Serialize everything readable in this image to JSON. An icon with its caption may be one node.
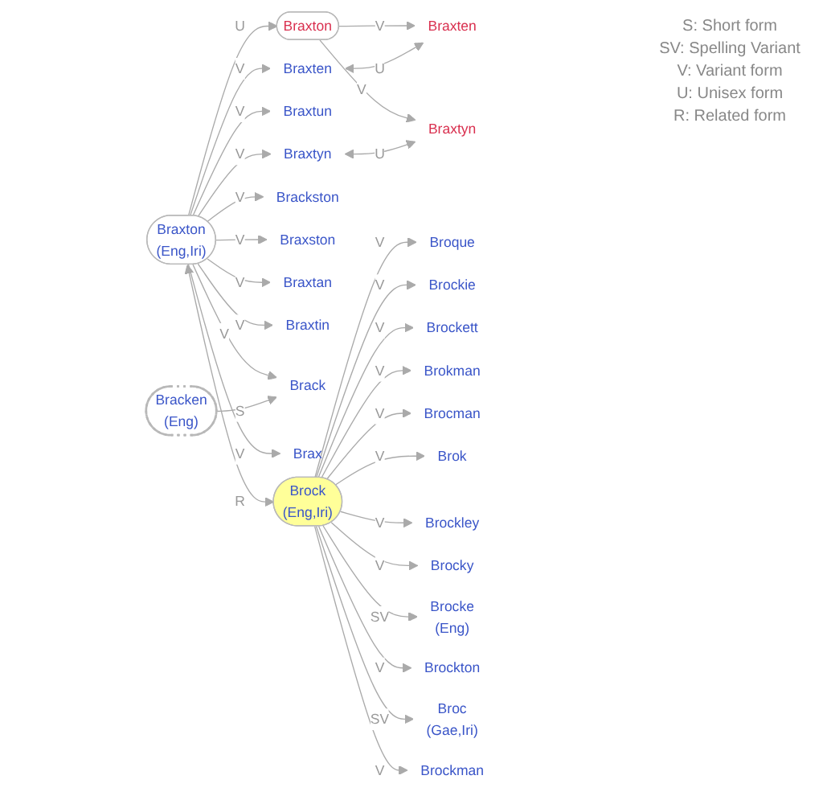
{
  "diagram": {
    "nodes": [
      {
        "text": [
          "Braxten"
        ]
      },
      {
        "text": [
          "Braxton"
        ]
      },
      {
        "text": [
          "Braxtyn"
        ]
      },
      {
        "text": [
          "Braxtyn"
        ]
      },
      {
        "text": [
          "Bracken",
          "(Eng)"
        ]
      },
      {
        "text": [
          "Braxtun"
        ]
      },
      {
        "text": [
          "Braxten"
        ]
      },
      {
        "text": [
          "Brackston"
        ]
      },
      {
        "text": [
          "Braxston"
        ]
      },
      {
        "text": [
          "Braxtan"
        ]
      },
      {
        "text": [
          "Braxtin"
        ]
      },
      {
        "text": [
          "Braxton",
          "(Eng,Iri)"
        ]
      },
      {
        "text": [
          "Brack"
        ]
      },
      {
        "text": [
          "Brax"
        ]
      },
      {
        "text": [
          "Broque"
        ]
      },
      {
        "text": [
          "Brockie"
        ]
      },
      {
        "text": [
          "Brock",
          "(Eng,Iri)"
        ]
      },
      {
        "text": [
          "Brockett"
        ]
      },
      {
        "text": [
          "Brokman"
        ]
      },
      {
        "text": [
          "Brocman"
        ]
      },
      {
        "text": [
          "Brok"
        ]
      },
      {
        "text": [
          "Brockley"
        ]
      },
      {
        "text": [
          "Brocky"
        ]
      },
      {
        "text": [
          "Brocke",
          "(Eng)"
        ]
      },
      {
        "text": [
          "Brockton"
        ]
      },
      {
        "text": [
          "Broc",
          "(Gae,Iri)"
        ]
      },
      {
        "text": [
          "Brockman"
        ]
      }
    ],
    "edges": [
      {
        "from": 1,
        "to": 0,
        "arrow": "to",
        "label": "V"
      },
      {
        "from": 1,
        "to": 2,
        "arrow": "to",
        "label": "V"
      },
      {
        "from": 3,
        "to": 2,
        "arrow": "both",
        "label": "U"
      },
      {
        "from": 6,
        "to": 0,
        "arrow": "both",
        "label": "U"
      },
      {
        "from": 11,
        "to": 1,
        "arrow": "to",
        "label": "U"
      },
      {
        "from": 11,
        "to": 5,
        "arrow": "to",
        "label": "V"
      },
      {
        "from": 11,
        "to": 6,
        "arrow": "to",
        "label": "V"
      },
      {
        "from": 11,
        "to": 7,
        "arrow": "to",
        "label": "V"
      },
      {
        "from": 11,
        "to": 3,
        "arrow": "to",
        "label": "V"
      },
      {
        "from": 11,
        "to": 8,
        "arrow": "to",
        "label": "V"
      },
      {
        "from": 11,
        "to": 9,
        "arrow": "to",
        "label": "V"
      },
      {
        "from": 11,
        "to": 10,
        "arrow": "to",
        "label": "V"
      },
      {
        "from": 11,
        "to": 12,
        "arrow": "to",
        "label": "V"
      },
      {
        "from": 11,
        "to": 13,
        "arrow": "to",
        "label": "V"
      },
      {
        "from": 4,
        "to": 12,
        "arrow": "to",
        "label": "S"
      },
      {
        "from": 11,
        "to": 16,
        "arrow": "both",
        "label": "R"
      },
      {
        "from": 16,
        "to": 14,
        "arrow": "to",
        "label": "V"
      },
      {
        "from": 16,
        "to": 15,
        "arrow": "to",
        "label": "V"
      },
      {
        "from": 16,
        "to": 17,
        "arrow": "to",
        "label": "V"
      },
      {
        "from": 16,
        "to": 18,
        "arrow": "to",
        "label": "V"
      },
      {
        "from": 16,
        "to": 19,
        "arrow": "to",
        "label": "V"
      },
      {
        "from": 16,
        "to": 20,
        "arrow": "to",
        "label": "V"
      },
      {
        "from": 16,
        "to": 21,
        "arrow": "to",
        "label": "V"
      },
      {
        "from": 16,
        "to": 22,
        "arrow": "to",
        "label": "V"
      },
      {
        "from": 16,
        "to": 23,
        "arrow": "to",
        "label": "SV"
      },
      {
        "from": 16,
        "to": 24,
        "arrow": "to",
        "label": "V"
      },
      {
        "from": 16,
        "to": 25,
        "arrow": "to",
        "label": "SV"
      },
      {
        "from": 16,
        "to": 26,
        "arrow": "to",
        "label": "V"
      }
    ],
    "labels": [
      "S: Short form",
      "SV: Spelling Variant",
      "V: Variant form",
      "U: Unisex form",
      "R: Related form"
    ]
  }
}
